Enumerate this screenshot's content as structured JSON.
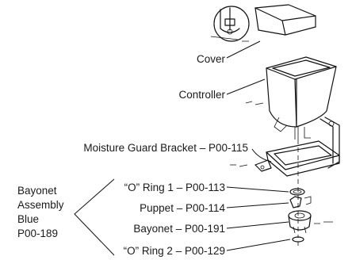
{
  "labels": {
    "cover": "Cover",
    "controller": "Controller",
    "bracket": "Moisture Guard Bracket – P00-115",
    "oring1": "“O” Ring 1 – P00-113",
    "puppet": "Puppet – P00-114",
    "bayonet": "Bayonet – P00-191",
    "oring2": "“O” Ring 2 – P00-129"
  },
  "assembly": {
    "line1": "Bayonet",
    "line2": "Assembly",
    "line3": "Blue",
    "line4": "P00-189"
  }
}
